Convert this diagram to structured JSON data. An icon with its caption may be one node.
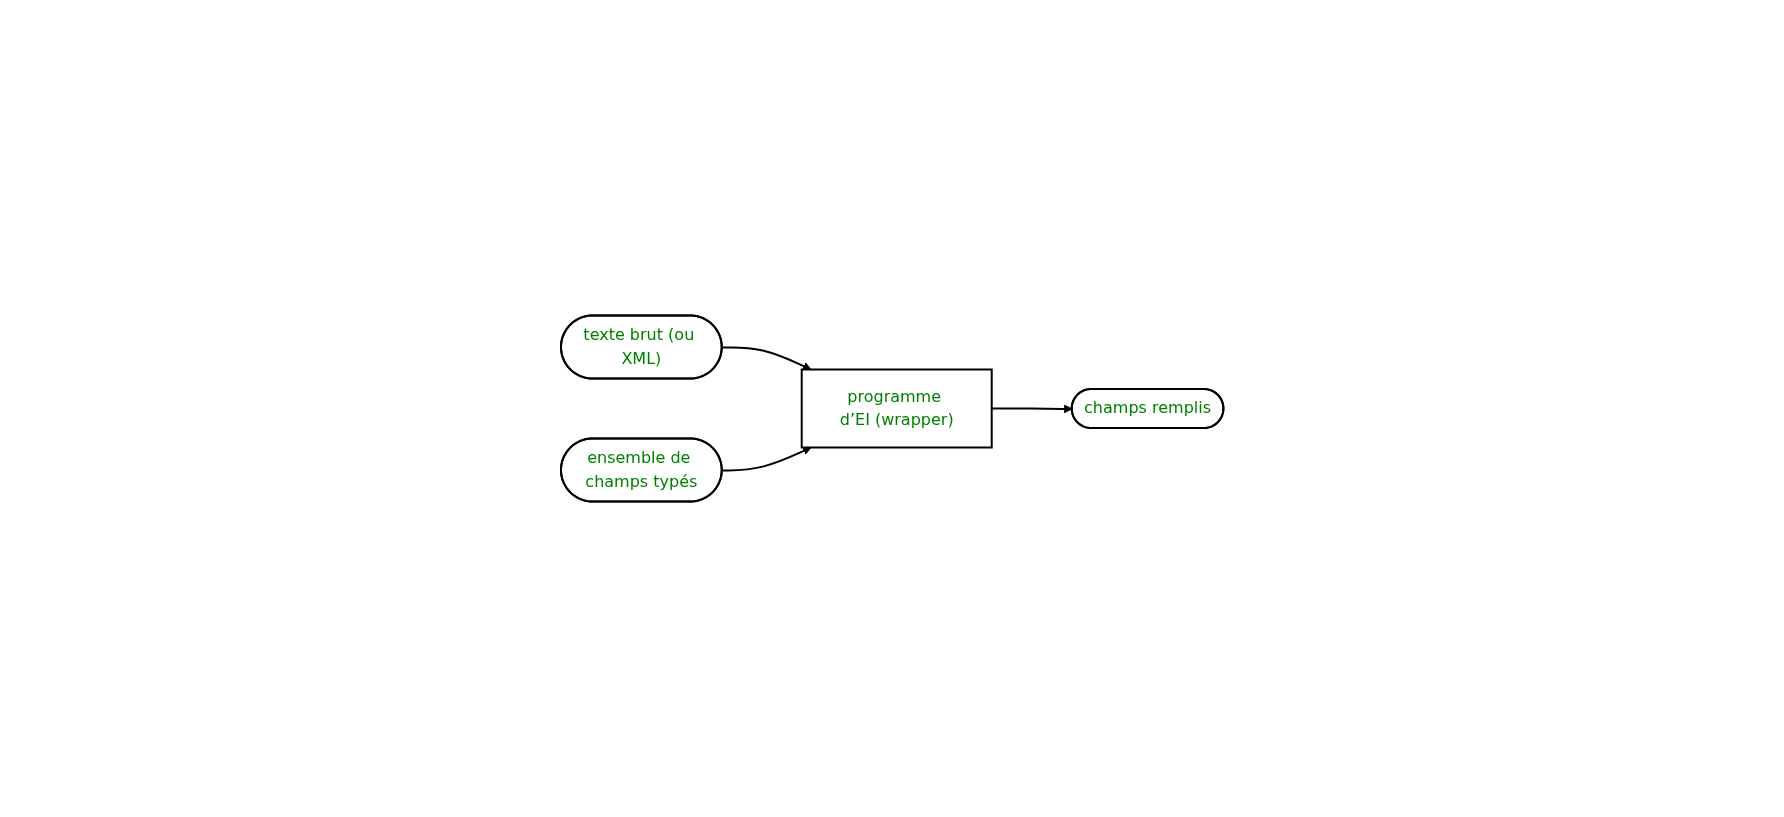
{
  "diagram": {
    "nodes": [
      {
        "text": [
          "texte brut (ou XML)"
        ]
      },
      {
        "text": [
          "programme d’EI (wrapper)"
        ]
      },
      {
        "text": [
          "champs remplis"
        ]
      },
      {
        "text": [
          "ensemble de champs typés"
        ]
      }
    ],
    "edges": [
      {
        "from": 0,
        "to": 1,
        "arrow": "to"
      },
      {
        "from": 1,
        "to": 2,
        "arrow": "to"
      },
      {
        "from": 3,
        "to": 1,
        "arrow": "to"
      }
    ]
  }
}
